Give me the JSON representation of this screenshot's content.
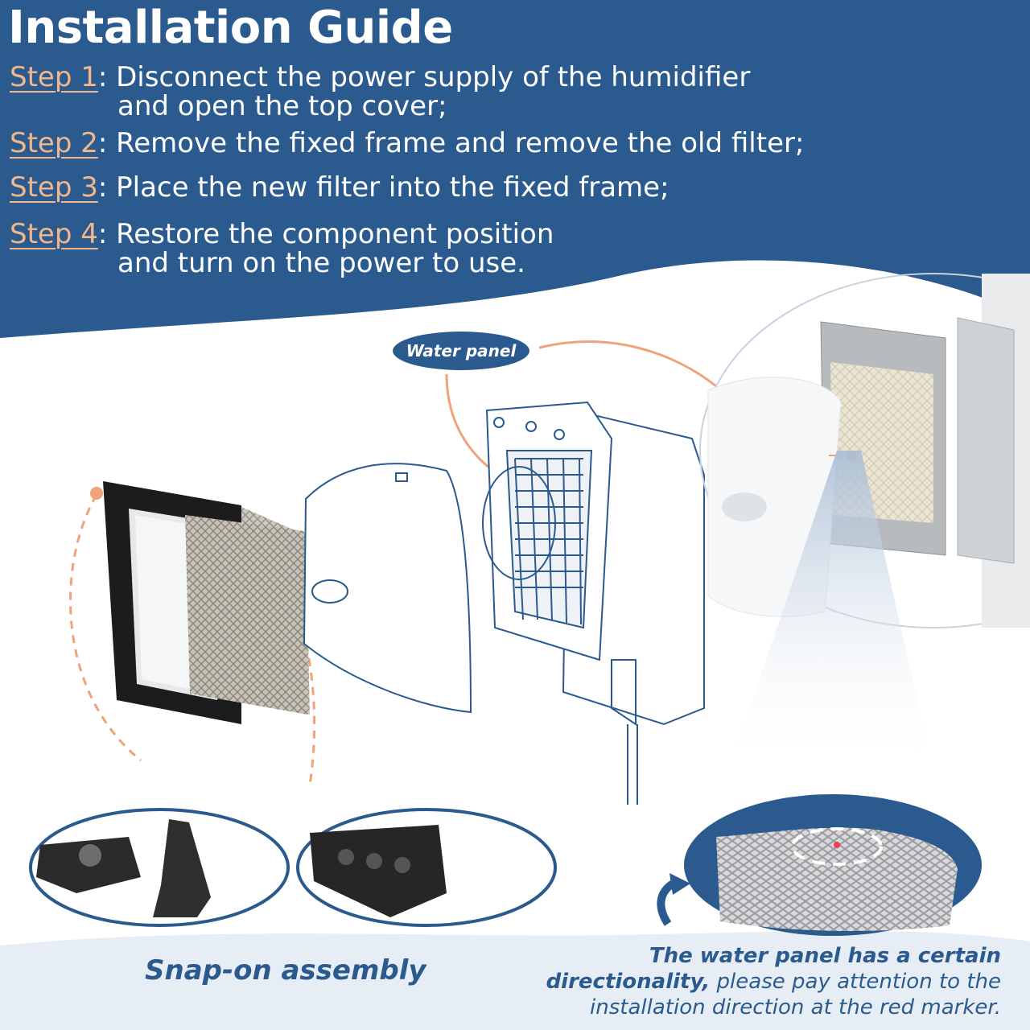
{
  "title": "Installation Guide",
  "steps": [
    {
      "label": "Step 1",
      "text": "Disconnect the power supply of the humidifier",
      "cont": "and open the top cover;"
    },
    {
      "label": "Step 2",
      "text": "Remove the fixed frame and remove the old filter;"
    },
    {
      "label": "Step 3",
      "text": "Place the new filter  into the fixed frame;"
    },
    {
      "label": "Step 4",
      "text": "Restore the component position",
      "cont": "and turn on the power to use."
    }
  ],
  "callout": {
    "water_panel": "Water panel"
  },
  "captions": {
    "snap_on": "Snap-on assembly",
    "direction_bold_1": "The water panel has a certain",
    "direction_bold_2": "directionality,",
    "direction_rest_2": " please pay attention to the",
    "direction_rest_3": "installation direction at the red marker."
  },
  "colors": {
    "primary": "#2a5a8e",
    "step_label": "#f2b68d",
    "accent_line": "#f0a27a",
    "marker": "#e8414a"
  }
}
